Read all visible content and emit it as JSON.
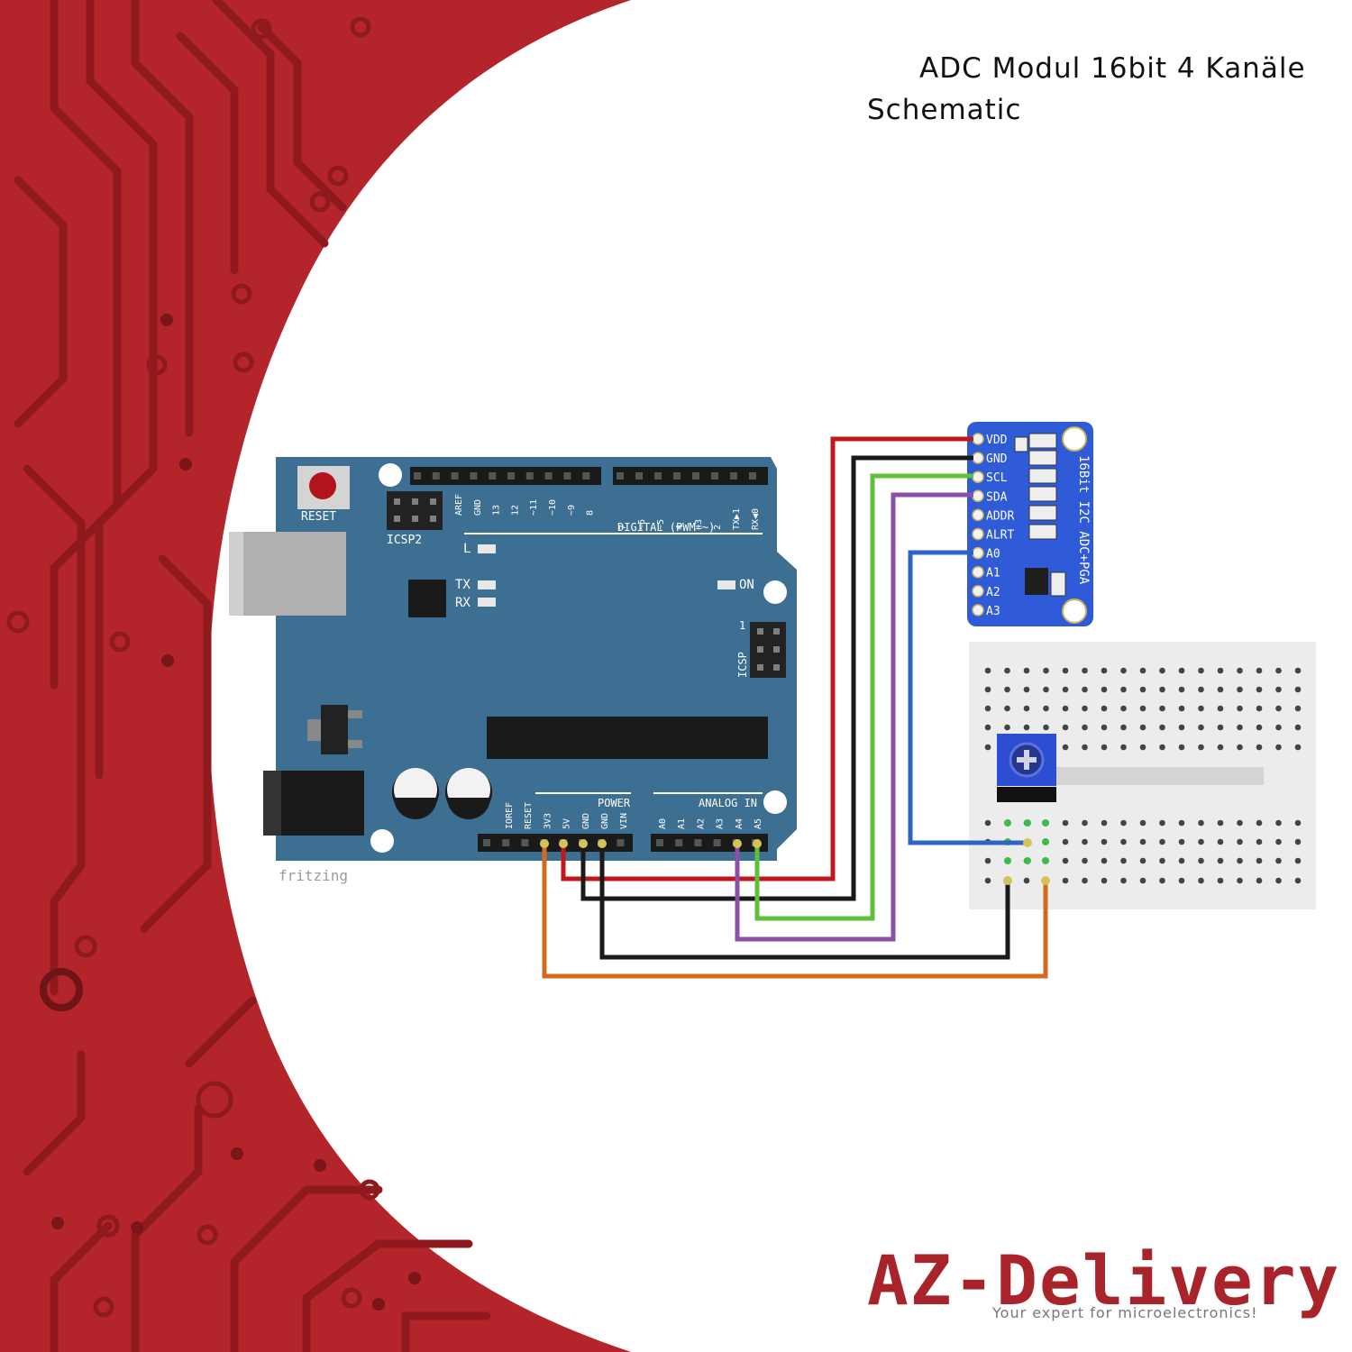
{
  "header": {
    "title_line1": "ADC Modul 16bit 4 Kanäle",
    "title_line2": "Schematic"
  },
  "colors": {
    "background_red": "#b3252a",
    "trace_red": "#8e1a1e",
    "board_blue": "#3c6f92",
    "module_blue": "#2f5bd8",
    "wire_red": "#c0171a",
    "wire_black": "#1a1a1a",
    "wire_green": "#5fc13a",
    "wire_purple": "#8a4fa6",
    "wire_blue": "#2f64c6",
    "wire_orange": "#d46a1e",
    "brand_red": "#a8232a"
  },
  "arduino": {
    "reset_label": "RESET",
    "icsp2_label": "ICSP2",
    "icsp_label": "ICSP",
    "led_l": "L",
    "led_tx": "TX",
    "led_rx": "RX",
    "led_on": "ON",
    "digital_label": "DIGITAL (PWM=~)",
    "power_label": "POWER",
    "analog_label": "ANALOG IN",
    "fritzing": "fritzing",
    "digital_pins": [
      "AREF",
      "GND",
      "13",
      "12",
      "~11",
      "~10",
      "~9",
      "8",
      "7",
      "~6",
      "~5",
      "4",
      "~3",
      "2",
      "TX▶1",
      "RX◀0"
    ],
    "power_pins": [
      "IOREF",
      "RESET",
      "3V3",
      "5V",
      "GND",
      "GND",
      "VIN"
    ],
    "analog_pins": [
      "A0",
      "A1",
      "A2",
      "A3",
      "A4",
      "A5"
    ],
    "icsp_pin1": "1"
  },
  "adc_module": {
    "pins": [
      "VDD",
      "GND",
      "SCL",
      "SDA",
      "ADDR",
      "ALRT",
      "A0",
      "A1",
      "A2",
      "A3"
    ],
    "side_text": "16Bit I2C ADC+PGA"
  },
  "brand": {
    "logo": "AZ-Delivery",
    "tagline": "Your expert for microelectronics!"
  }
}
